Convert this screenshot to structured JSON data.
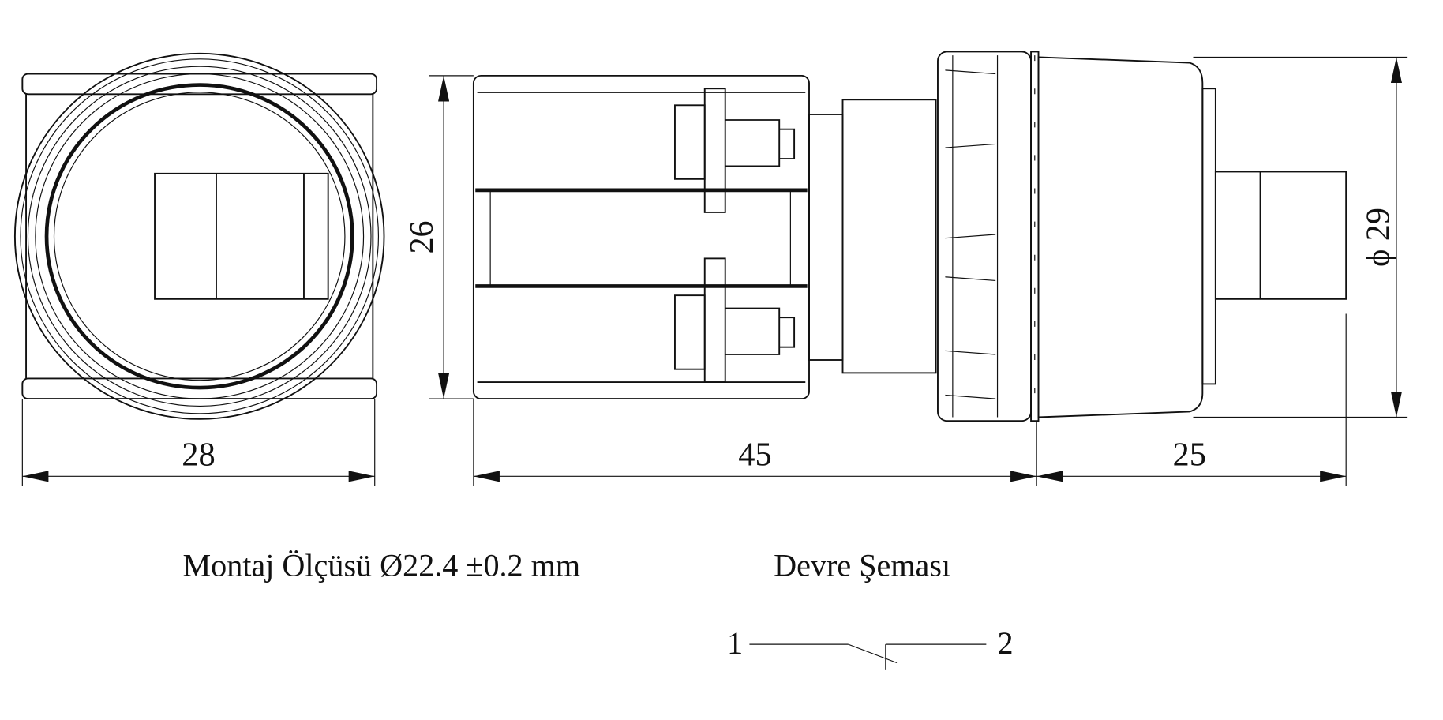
{
  "dimensions": {
    "width_front": "28",
    "height_body": "26",
    "length_body": "45",
    "length_actuator": "25",
    "diameter": "ϕ 29"
  },
  "labels": {
    "mounting": "Montaj Ölçüsü Ø22.4 ±0.2 mm",
    "circuit_title": "Devre Şeması"
  },
  "circuit": {
    "terminal_1": "1",
    "terminal_2": "2"
  }
}
